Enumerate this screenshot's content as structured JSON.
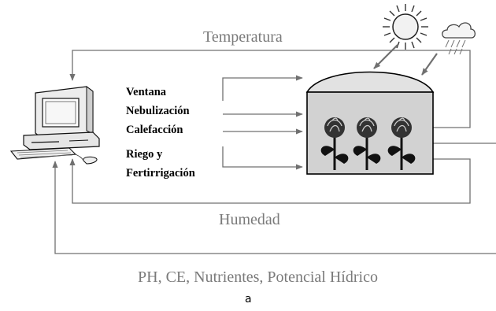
{
  "labels": {
    "temperature": "Temperatura",
    "humidity": "Humedad",
    "soil": "PH, CE, Nutrientes, Potencial Hídrico",
    "caption": "a"
  },
  "controls": {
    "window": "Ventana",
    "nebulization": "Nebulización",
    "heating": "Calefacción",
    "irrigation_line1": "Riego y",
    "irrigation_line2": "Fertirrigación"
  },
  "icons": {
    "computer": "computer-icon",
    "sun": "sun-icon",
    "rain_cloud": "rain-cloud-icon",
    "greenhouse": "greenhouse-icon",
    "roses": "rose-plant-icon"
  },
  "colors": {
    "lines": "#707070",
    "label_text": "#7a7a7a",
    "control_text": "#000000"
  }
}
